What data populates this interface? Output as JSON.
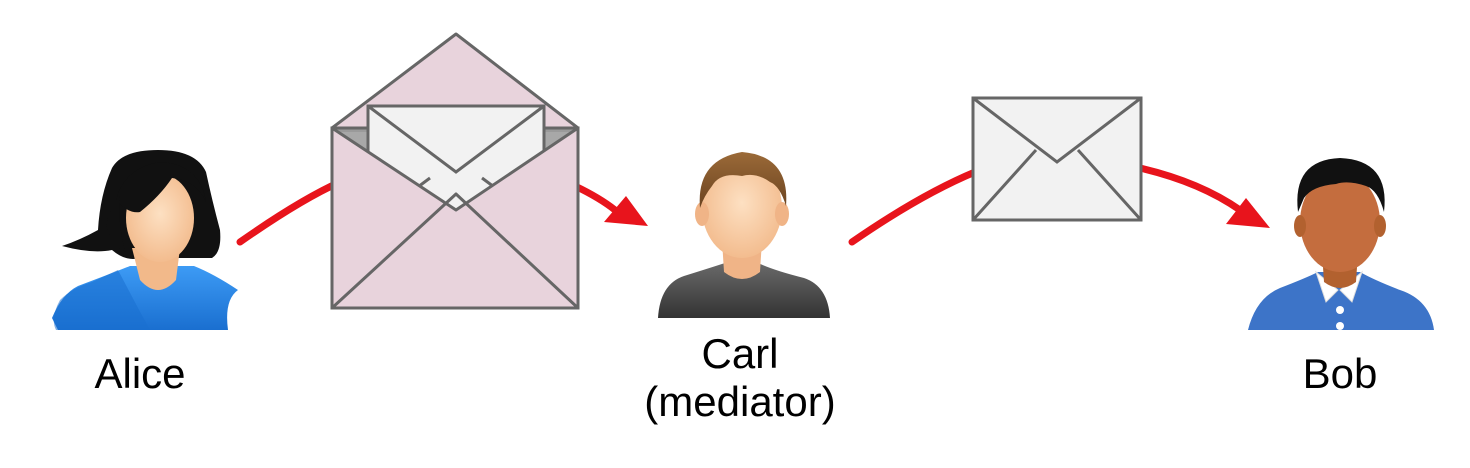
{
  "people": {
    "alice": {
      "name": "Alice"
    },
    "carl": {
      "name": "Carl",
      "role": "(mediator)"
    },
    "bob": {
      "name": "Bob"
    }
  },
  "colors": {
    "arrow": "#e8141c",
    "outer_envelope": "#e8d3dc",
    "inner_envelope": "#f2f2f2",
    "envelope_stroke": "#666666",
    "alice_shirt": "#2a86e6",
    "carl_shirt": "#555555",
    "bob_shirt": "#3d74c8",
    "skin_light": "#f6c79d",
    "skin_dark": "#c46d3e",
    "hair_dark": "#111111",
    "hair_brown": "#8a5a2b"
  },
  "icons": {
    "alice": "person-female-icon",
    "carl": "person-male-icon",
    "bob": "person-male-icon",
    "outer_message": "open-envelope-icon",
    "inner_message": "envelope-icon"
  }
}
